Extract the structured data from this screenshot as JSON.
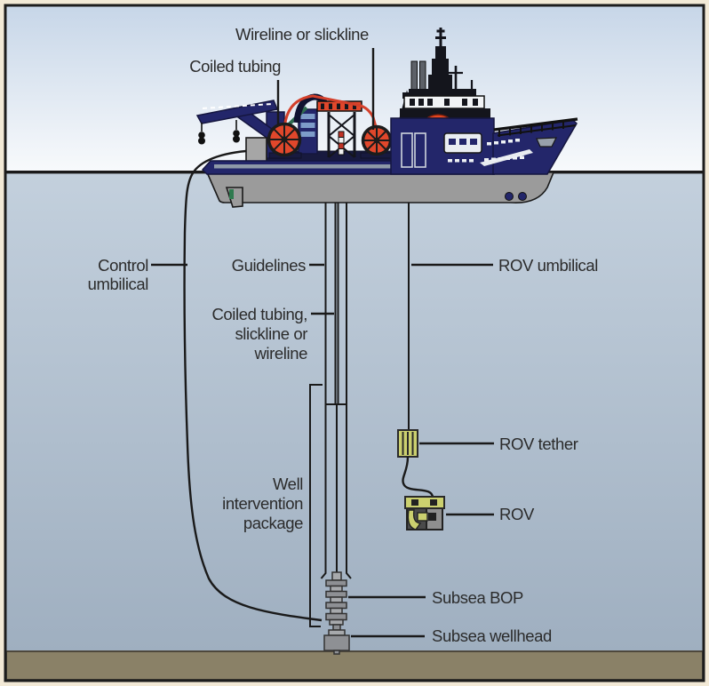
{
  "diagram": {
    "description": "Well intervention vessel with subsea equipment",
    "labels": {
      "wireline_or_slickline": "Wireline or slickline",
      "coiled_tubing": "Coiled tubing",
      "control_umbilical": {
        "line1": "Control",
        "line2": "umbilical"
      },
      "guidelines": "Guidelines",
      "rov_umbilical": "ROV umbilical",
      "coiled_tubing_slickline_or_wireline": {
        "line1": "Coiled tubing,",
        "line2": "slickline or",
        "line3": "wireline"
      },
      "well_intervention_package": {
        "line1": "Well",
        "line2": "intervention",
        "line3": "package"
      },
      "rov_tether": "ROV tether",
      "rov": "ROV",
      "subsea_bop": "Subsea BOP",
      "subsea_wellhead": "Subsea wellhead"
    },
    "palette": {
      "frame_border": "#f2e9d6",
      "frame_rule": "#1c1c1c",
      "sky_top": "#c7d6e8",
      "sky_bottom": "#f8fafc",
      "water_top": "#c3d0dd",
      "water_bottom": "#9fafc0",
      "seabed": "#8a8167",
      "hull_navy": "#23266a",
      "hull_gray": "#9b9b9b",
      "reel_orange": "#e0472b",
      "coiled_tubing_red": "#d4402b",
      "rov_yellow": "#cbd06f",
      "label_text": "#2b2b2b"
    }
  }
}
